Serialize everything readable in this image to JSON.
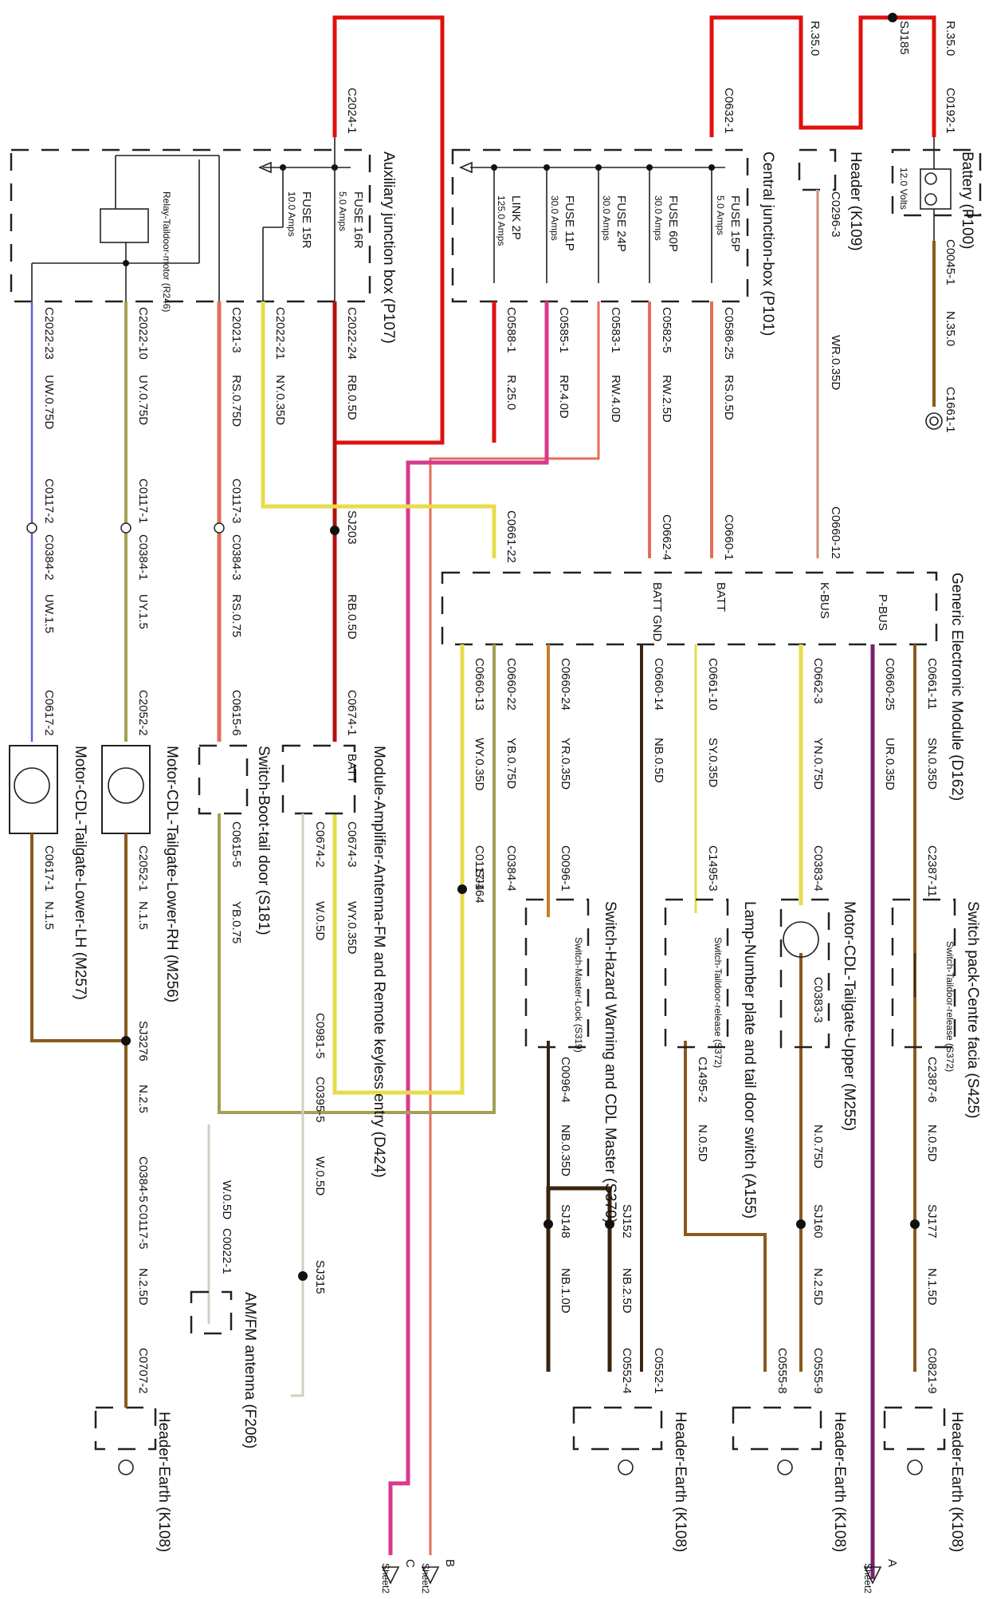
{
  "colors": {
    "red": "#e01010",
    "pink": "#d63a8e",
    "salmon": "#e36d5a",
    "brown": "#8b5a1c",
    "yellow": "#e8dc4a",
    "purple": "#7a1f6e",
    "blue": "#5a60d8",
    "olive": "#a3a055",
    "darkred": "#b01212",
    "orange": "#c87d2a",
    "cream": "#d0cfc0",
    "black": "#111111"
  },
  "components": {
    "battery": {
      "name": "Battery (P100)",
      "volts": "12.0 Volts",
      "c_top": "C0192-1",
      "c_bottom": "C0045-1",
      "wire": "N.35.0",
      "ground": "C1661-1"
    },
    "header_k109": {
      "name": "Header (K109)",
      "c1": "C0296-3",
      "wire": "WR.0.35D",
      "c2": "C0660-12"
    },
    "cjb": {
      "name": "Central junction-box (P101)",
      "in_conn": "C0632-1",
      "fuses": [
        {
          "fuse": "FUSE 15P",
          "amps": "5.0 Amps",
          "conn": "C0586-25",
          "wire": "RS.0.5D",
          "dest": "C0660-1"
        },
        {
          "fuse": "FUSE 60P",
          "amps": "30.0 Amps",
          "conn": "C0582-5",
          "wire": "RW.2.5D",
          "dest": "C0662-4"
        },
        {
          "fuse": "FUSE 24P",
          "amps": "30.0 Amps",
          "conn": "C0583-1",
          "wire": "RW.4.0D",
          "dest": ""
        },
        {
          "fuse": "FUSE 11P",
          "amps": "30.0 Amps",
          "conn": "C0585-1",
          "wire": "RP.4.0D",
          "dest": ""
        },
        {
          "fuse": "LINK 2P",
          "amps": "125.0 Amps",
          "conn": "C0588-1",
          "wire": "R.25.0",
          "dest": ""
        }
      ]
    },
    "ajb": {
      "name": "Auxiliary junction box (P107)",
      "in_conn": "C2024-1",
      "fuse16": "FUSE 16R",
      "fuse16_amps": "5.0 Amps",
      "fuse15": "FUSE 15R",
      "fuse15_amps": "10.0 Amps",
      "relay": "Relay-Taildoor-motor (R246)",
      "outs": [
        {
          "conn": "C2022-24",
          "wire": "RB.0.5D"
        },
        {
          "conn": "C2022-21",
          "wire": "NY.0.35D"
        },
        {
          "conn": "C2021-3",
          "wire": "RS.0.75D"
        },
        {
          "conn": "C2022-10",
          "wire": "UY.0.75D"
        },
        {
          "conn": "C2022-23",
          "wire": "UW.0.75D"
        }
      ]
    },
    "gem": {
      "name": "Generic Electronic Module (D162)",
      "pins_top": [
        "P-BUS",
        "K-BUS",
        "BATT",
        "BATT GND"
      ],
      "in_conns": [
        "C0661-22",
        "C0662-4",
        "C0660-1",
        "C0660-12"
      ],
      "outs": [
        {
          "conn": "C0661-11",
          "wire": "SN.0.35D"
        },
        {
          "conn": "C0660-25",
          "wire": "UR.0.35D"
        },
        {
          "conn": "C0662-3",
          "wire": "YN.0.75D"
        },
        {
          "conn": "C0661-10",
          "wire": "SY.0.35D"
        },
        {
          "conn": "C0660-14",
          "wire": "NB.0.5D"
        },
        {
          "conn": "C0660-24",
          "wire": "YR.0.35D"
        },
        {
          "conn": "C0660-22",
          "wire": "YB.0.75D"
        },
        {
          "conn": "C0660-13",
          "wire": "WY.0.35D"
        }
      ]
    },
    "switch_pack": {
      "name": "Switch pack-Centre facia (S425)",
      "inner": "Switch-Taildoor-release (S372)",
      "c1": "C2387-11",
      "c2": "C2387-6",
      "wire": "N.0.5D",
      "sj": "SJ177",
      "wire2": "N.1.5D",
      "gnd": "C0821-9"
    },
    "motor_upper": {
      "name": "Motor-CDL-Tailgate-Upper (M255)",
      "c1": "C0383-4",
      "c2": "C0383-3",
      "wire": "N.0.75D",
      "sj": "SJ160",
      "wire2": "N.2.5D",
      "gnd": "C0555-9"
    },
    "lamp": {
      "name": "Lamp-Number plate and tail door switch (A155)",
      "inner": "Switch-Taildoor-release (S372)",
      "c1": "C1495-3",
      "c2": "C1495-2",
      "wire": "N.0.5D",
      "gnd": "C0555-8"
    },
    "hazard": {
      "name": "Switch-Hazard Warning and CDL Master (S370)",
      "inner": "Switch-Master-Lock (S319)",
      "c1": "C0096-1",
      "c2": "C0096-4",
      "wire": "NB.0.35D",
      "sj148": "SJ148",
      "wire148": "NB.1.0D",
      "sj152": "SJ152",
      "wire152": "NB.2.5D",
      "gnd": "C0552-4",
      "gnd2": "C0552-1"
    },
    "amp": {
      "name": "Module-Amplifier-Antenna-FM and Remote keyless entry (D424)",
      "batt": "BATT",
      "c1": "C0674-1",
      "c2": "C0674-2",
      "c3": "C0674-3",
      "wire_c2": "W.0.5D",
      "wire_c3": "WY.0.35D",
      "c4": "C0981-5",
      "c5": "C0395-5",
      "wire": "W.0.5D",
      "sj": "SJ315"
    },
    "antenna": {
      "name": "AM/FM antenna (F206)",
      "conn": "C0022-1",
      "wire": "W.0.5D"
    },
    "boot_switch": {
      "name": "Switch-Boot-tail door (S181)",
      "c1": "C0615-6",
      "c2": "C0615-5",
      "wire": "YB.0.75"
    },
    "motor_rh": {
      "name": "Motor-CDL-Tailgate-Lower-RH (M256)",
      "c1": "C2052-2",
      "c2": "C2052-1",
      "wire": "N.1.5"
    },
    "motor_lh": {
      "name": "Motor-CDL-Tailgate-Lower-LH (M257)",
      "c1": "C0617-2",
      "c2": "C0617-1",
      "wire": "N.1.5"
    },
    "header_earth": "Header-Earth (K108)"
  },
  "labels": {
    "r35": "R.35.0",
    "r35b": "R.35.0",
    "sj185": "SJ185",
    "sj203": "SJ203",
    "sj164": "SJ164",
    "sj3276": "SJ3276",
    "n25": "N.2.5",
    "c0384_5": "C0384-5",
    "c0117_5": "C0117-5",
    "n25d": "N.2.5D",
    "c0707_2": "C0707-2",
    "rb05d": "RB.0.5D",
    "rs075": "RS.0.75",
    "uy15": "UY.1.5",
    "uw15": "UW.1.5",
    "c0117_1": "C0117-1",
    "c0384_1": "C0384-1",
    "c0117_2": "C0117-2",
    "c0384_2": "C0384-2",
    "c0117_3": "C0117-3",
    "c0384_3": "C0384-3",
    "c0117_4": "C0117-4",
    "c0384_4": "C0384-4",
    "c0661_22": "C0661-22",
    "sheet": "Sheet2",
    "a": "A",
    "b": "B",
    "c": "C"
  }
}
